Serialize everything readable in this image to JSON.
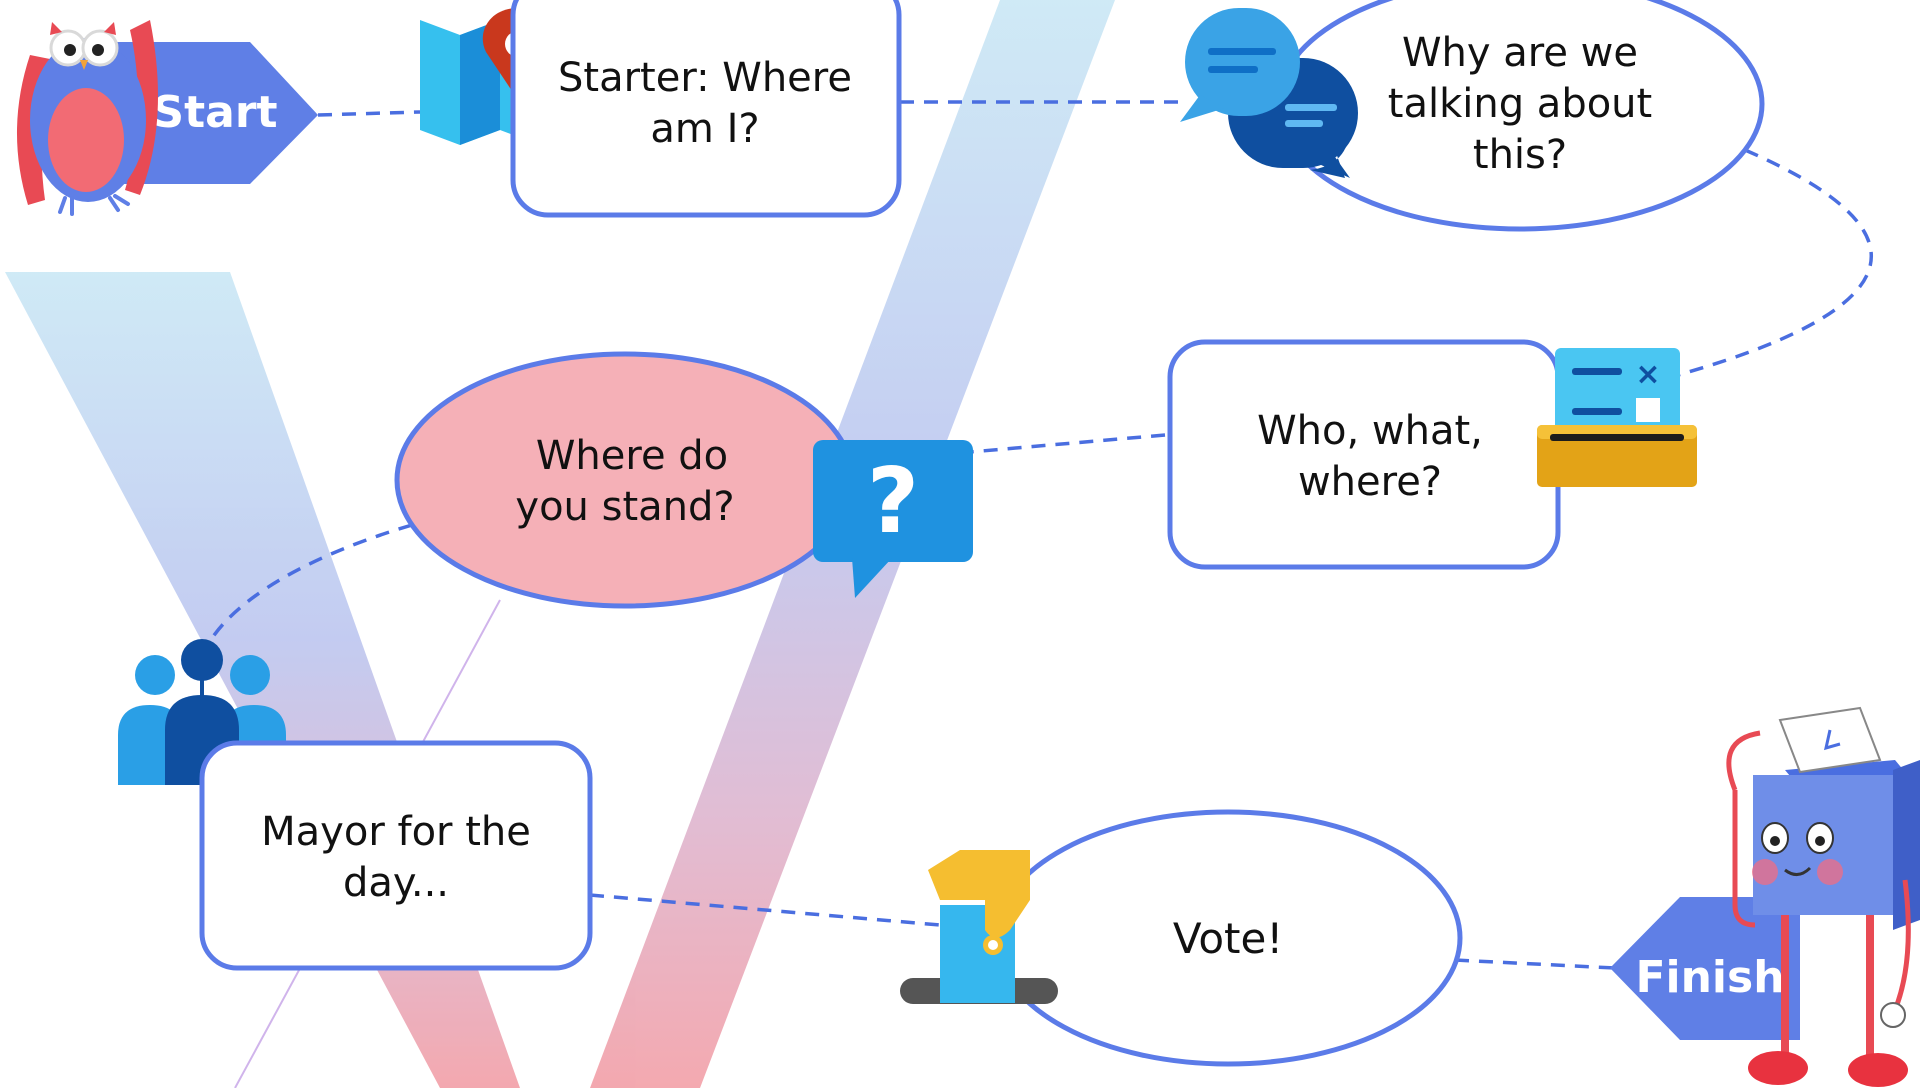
{
  "flow": {
    "start_label": "Start",
    "finish_label": "Finish",
    "steps": [
      {
        "line1": "Starter: Where",
        "line2": "am I?",
        "line3": ""
      },
      {
        "line1": "Why are we",
        "line2": "talking about",
        "line3": "this?"
      },
      {
        "line1": "Who, what,",
        "line2": "where?",
        "line3": ""
      },
      {
        "line1": "Where do",
        "line2": "you stand?",
        "line3": ""
      },
      {
        "line1": "Mayor for the",
        "line2": "day...",
        "line3": ""
      },
      {
        "line1": "Vote!",
        "line2": "",
        "line3": ""
      }
    ]
  },
  "colors": {
    "accent": "#5b7be8",
    "node_border": "#5b7be8",
    "node_fill": "#ffffff",
    "highlight_fill": "#f5b0b7",
    "arrow_fill": "#5f7fe6",
    "connector": "#4a6ee0"
  },
  "icons": {
    "owl": "owl-mascot-icon",
    "map": "map-pin-icon",
    "chat": "chat-bubbles-icon",
    "ballot_box": "ballot-box-icon",
    "question": "question-bubble-icon",
    "people": "people-group-icon",
    "vote": "hand-vote-icon",
    "ballot_mascot": "ballot-box-mascot-icon"
  }
}
